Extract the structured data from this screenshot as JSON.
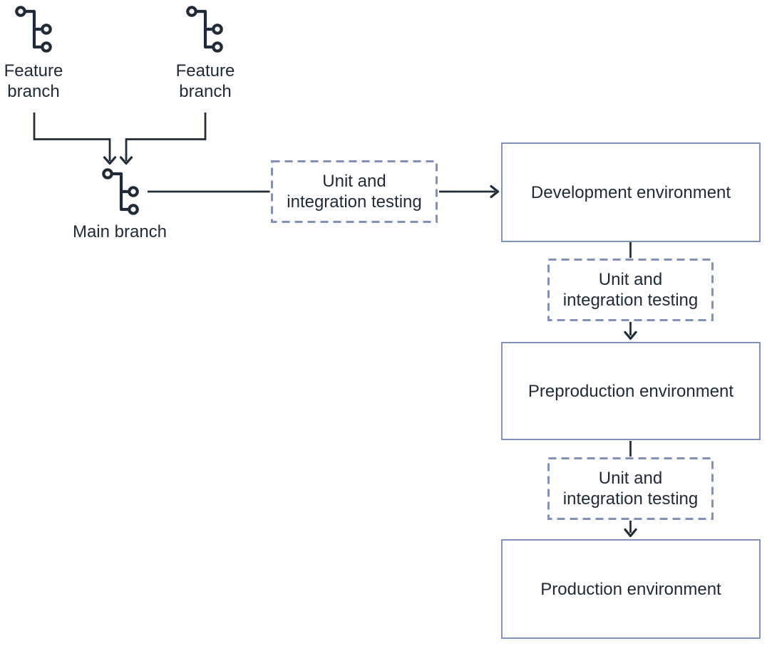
{
  "diagram": {
    "colors": {
      "line": "#202b38",
      "border": "#8191ba",
      "text": "#1f2a37",
      "background": "#ffffff"
    },
    "branches": {
      "feature_branch_1": {
        "label": "Feature\nbranch",
        "icon": "git-branch-icon"
      },
      "feature_branch_2": {
        "label": "Feature\nbranch",
        "icon": "git-branch-icon"
      },
      "main_branch": {
        "label": "Main branch",
        "icon": "git-branch-icon"
      }
    },
    "testing_steps": {
      "testing_1": {
        "label": "Unit and\nintegration testing",
        "style": "dashed"
      },
      "testing_2": {
        "label": "Unit and\nintegration testing",
        "style": "dashed"
      },
      "testing_3": {
        "label": "Unit and\nintegration testing",
        "style": "dashed"
      }
    },
    "environments": {
      "development": {
        "label": "Development environment"
      },
      "preproduction": {
        "label": "Preproduction environment"
      },
      "production": {
        "label": "Production environment"
      }
    }
  }
}
